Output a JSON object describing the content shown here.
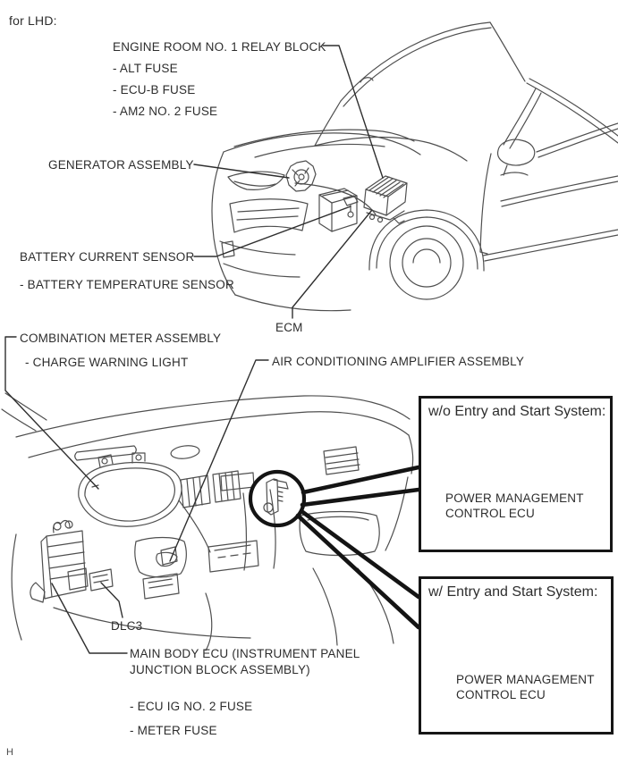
{
  "page": {
    "variant_label": "for LHD:",
    "footer_mark": "H"
  },
  "engine_compartment": {
    "relay_block_label": "ENGINE ROOM NO. 1 RELAY BLOCK",
    "relay_block_fuses": [
      "- ALT FUSE",
      "- ECU-B FUSE",
      "- AM2 NO. 2 FUSE"
    ],
    "generator_label": "GENERATOR ASSEMBLY",
    "battery_current_sensor_label": "BATTERY CURRENT SENSOR",
    "battery_temperature_sensor_label": "- BATTERY TEMPERATURE SENSOR",
    "ecm_label": "ECM"
  },
  "instrument_panel": {
    "combination_meter_label": "COMBINATION METER ASSEMBLY",
    "charge_warning_light_label": "- CHARGE WARNING LIGHT",
    "ac_amplifier_label": "AIR CONDITIONING AMPLIFIER ASSEMBLY",
    "dlc3_label": "DLC3",
    "main_body_ecu_line1": "MAIN BODY ECU (INSTRUMENT PANEL",
    "main_body_ecu_line2": "JUNCTION BLOCK ASSEMBLY)",
    "main_body_ecu_fuses": [
      "- ECU IG NO. 2 FUSE",
      "- METER FUSE"
    ]
  },
  "callouts": [
    {
      "title": "w/o Entry and Start System:",
      "label_line1": "POWER MANAGEMENT",
      "label_line2": "CONTROL ECU"
    },
    {
      "title": "w/ Entry and Start System:",
      "label_line1": "POWER MANAGEMENT",
      "label_line2": "CONTROL ECU"
    }
  ],
  "colors": {
    "art_line": "#4f4f4f",
    "leader_line": "#2f2f2f",
    "heavy_line": "#141414",
    "text": "#2d2d2d",
    "background": "#ffffff"
  }
}
